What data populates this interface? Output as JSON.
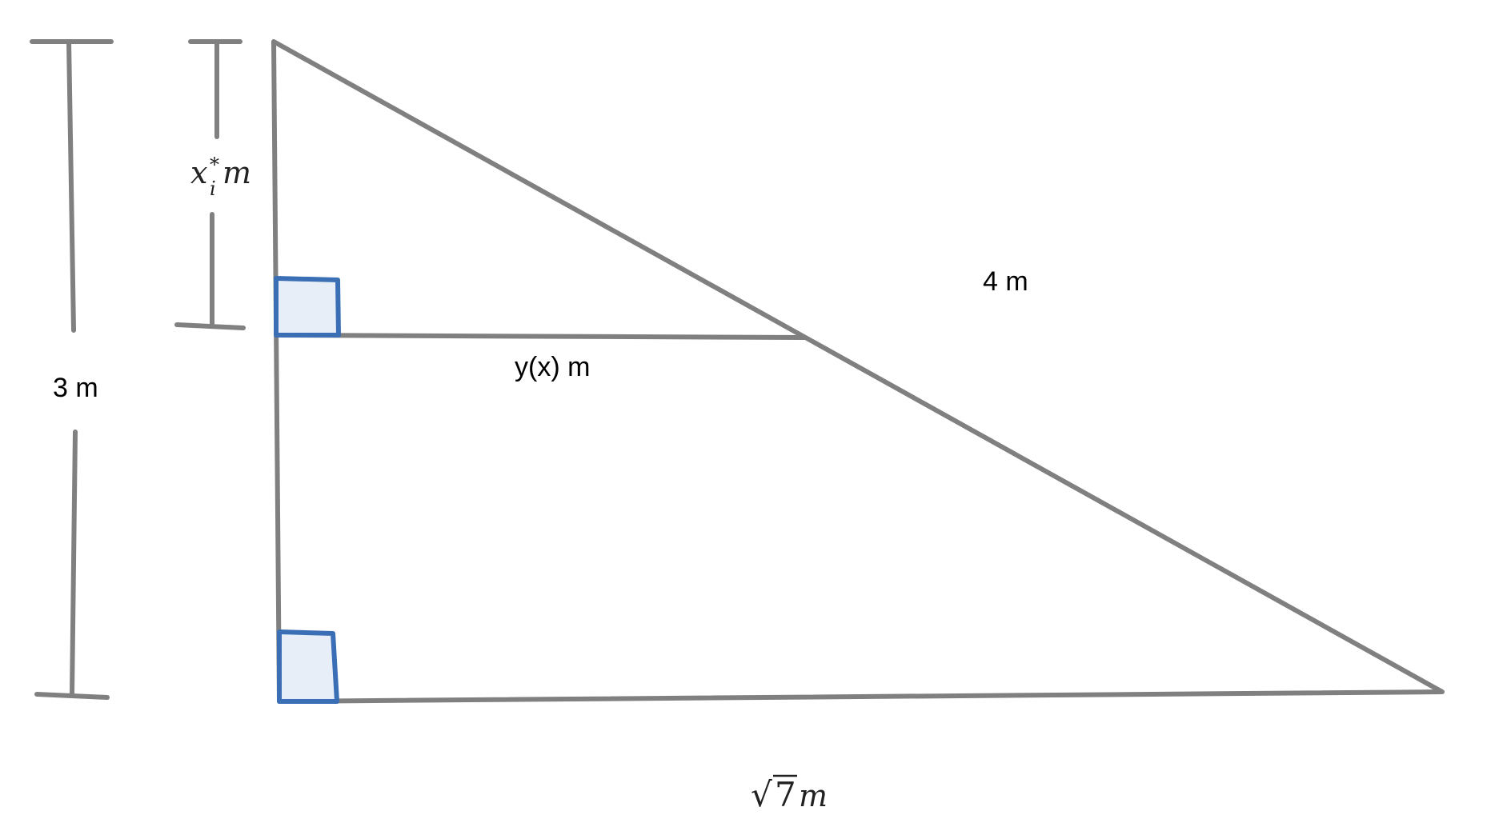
{
  "colors": {
    "line": "#808080",
    "right_angle_stroke": "#3a6fb5",
    "right_angle_fill": "#e8eef8",
    "text": "#000000"
  },
  "labels": {
    "height_label": "3 m",
    "hypotenuse_label": "4 m",
    "slice_width_label": "y(x) m",
    "slice_depth": {
      "base": "x",
      "superscript": "*",
      "subscript": "i",
      "unit": "m"
    },
    "base_label": {
      "radical": "√",
      "radicand": "7",
      "unit": "m"
    }
  }
}
